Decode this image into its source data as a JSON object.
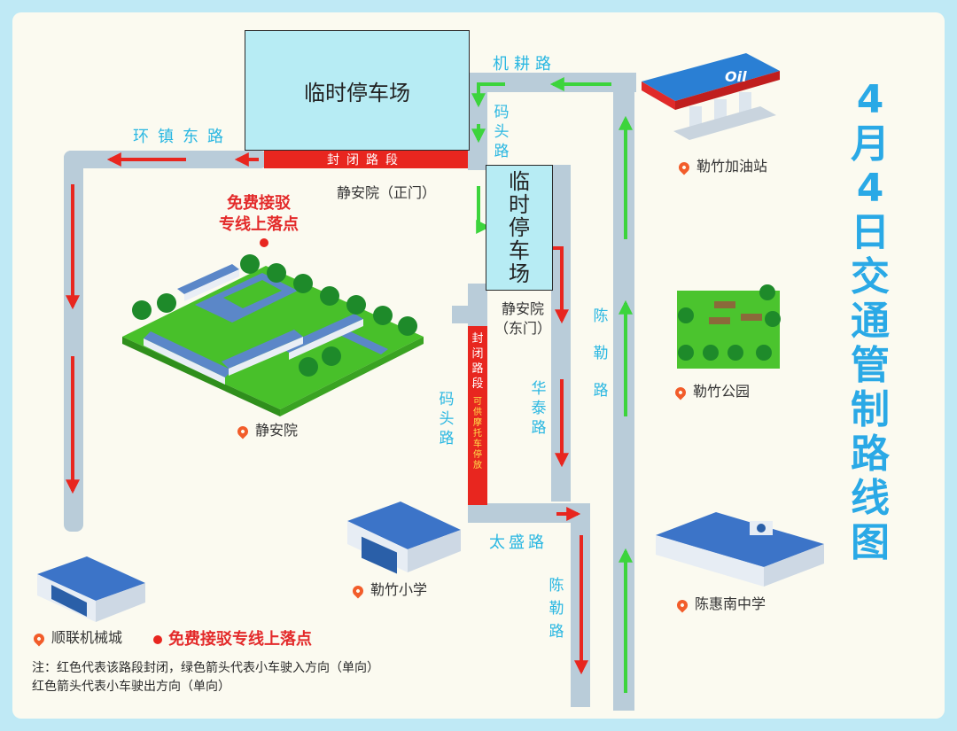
{
  "title": "4月4日交通管制路线图",
  "parking": {
    "lot1": "临时停车场",
    "lot2": "临时停车场"
  },
  "closed": {
    "horizontal": "封闭路段",
    "vertical": "封闭路段",
    "vertical_note": "可供摩托车停放"
  },
  "roads": {
    "huanzhen_east": "环镇东路",
    "jigeng": "机耕路",
    "matou": "码头路",
    "huatai": "华泰路",
    "chenle": "陈勒路",
    "taisheng": "太盛路"
  },
  "gates": {
    "main": "静安院（正门）",
    "east_1": "静安院",
    "east_2": "（东门）"
  },
  "shuttle": {
    "line1_spaced": "免费接驳",
    "line2": "专线上落点",
    "full": "免费接驳专线上落点"
  },
  "poi": {
    "jingan": "静安院",
    "gas_station": "勒竹加油站",
    "park": "勒竹公园",
    "primary_school": "勒竹小学",
    "middle_school": "陈惠南中学",
    "machinery_city": "顺联机械城"
  },
  "note": {
    "line1": "注：红色代表该路段封闭，绿色箭头代表小车驶入方向（单向）",
    "line2": "红色箭头代表小车驶出方向（单向）"
  },
  "colors": {
    "closed": "#e8261f",
    "entry_arrow": "#3cd43c",
    "exit_arrow": "#e8261f",
    "road": "#b9ccd9",
    "title": "#2aa9e6",
    "parking": "#b7ecf4"
  },
  "icons": [
    "location-pin-icon"
  ]
}
